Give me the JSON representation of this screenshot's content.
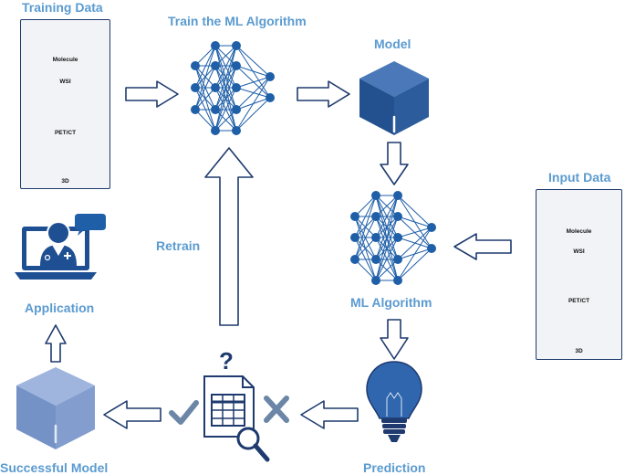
{
  "training_data": {
    "title": "Training Data",
    "items": [
      "Molecule",
      "WSI",
      "PET/CT",
      "3D"
    ]
  },
  "input_data": {
    "title": "Input Data",
    "items": [
      "Molecule",
      "WSI",
      "PET/CT",
      "3D"
    ]
  },
  "labels": {
    "train": "Train the ML Algorithm",
    "model": "Model",
    "ml_algorithm": "ML Algorithm",
    "retrain": "Retrain",
    "prediction": "Prediction",
    "successful_model": "Successful Model",
    "application": "Application"
  },
  "colors": {
    "label_blue": "#5b9bd0",
    "dark_navy": "#1e3a6e",
    "node_blue": "#1f5fa8",
    "cube_blue": "#2f5f9e",
    "faded_cube": "#6f8ec6"
  }
}
